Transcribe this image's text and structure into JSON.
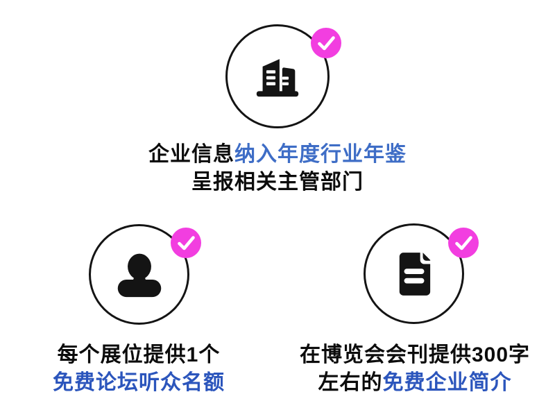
{
  "colors": {
    "background": "#ffffff",
    "text_black": "#0c0c0c",
    "accent_blue": "#3E6DC6",
    "accent_blue_bold": "#2B55BC",
    "badge_magenta": "#F23EE0",
    "icon_black": "#141414"
  },
  "features": [
    {
      "id": "yearbook",
      "icon": "building-icon",
      "badge_icon": "check-icon",
      "lines": [
        {
          "segments": [
            {
              "text": "企业信息",
              "style": "black"
            },
            {
              "text": "纳入年度行业年鉴",
              "style": "blue"
            }
          ]
        },
        {
          "segments": [
            {
              "text": "呈报相关主管部门",
              "style": "black"
            }
          ]
        }
      ]
    },
    {
      "id": "forum-audience-seat",
      "icon": "user-icon",
      "badge_icon": "check-icon",
      "lines": [
        {
          "segments": [
            {
              "text": "每个展位提供1个",
              "style": "black"
            }
          ]
        },
        {
          "segments": [
            {
              "text": "免费论坛听众名额",
              "style": "blue-bold"
            }
          ]
        }
      ]
    },
    {
      "id": "company-profile",
      "icon": "document-icon",
      "badge_icon": "check-icon",
      "lines": [
        {
          "segments": [
            {
              "text": "在博览会会刊提供300字",
              "style": "black"
            }
          ]
        },
        {
          "segments": [
            {
              "text": "左右的",
              "style": "black"
            },
            {
              "text": "免费企业简介",
              "style": "blue-bold"
            }
          ]
        }
      ]
    }
  ]
}
